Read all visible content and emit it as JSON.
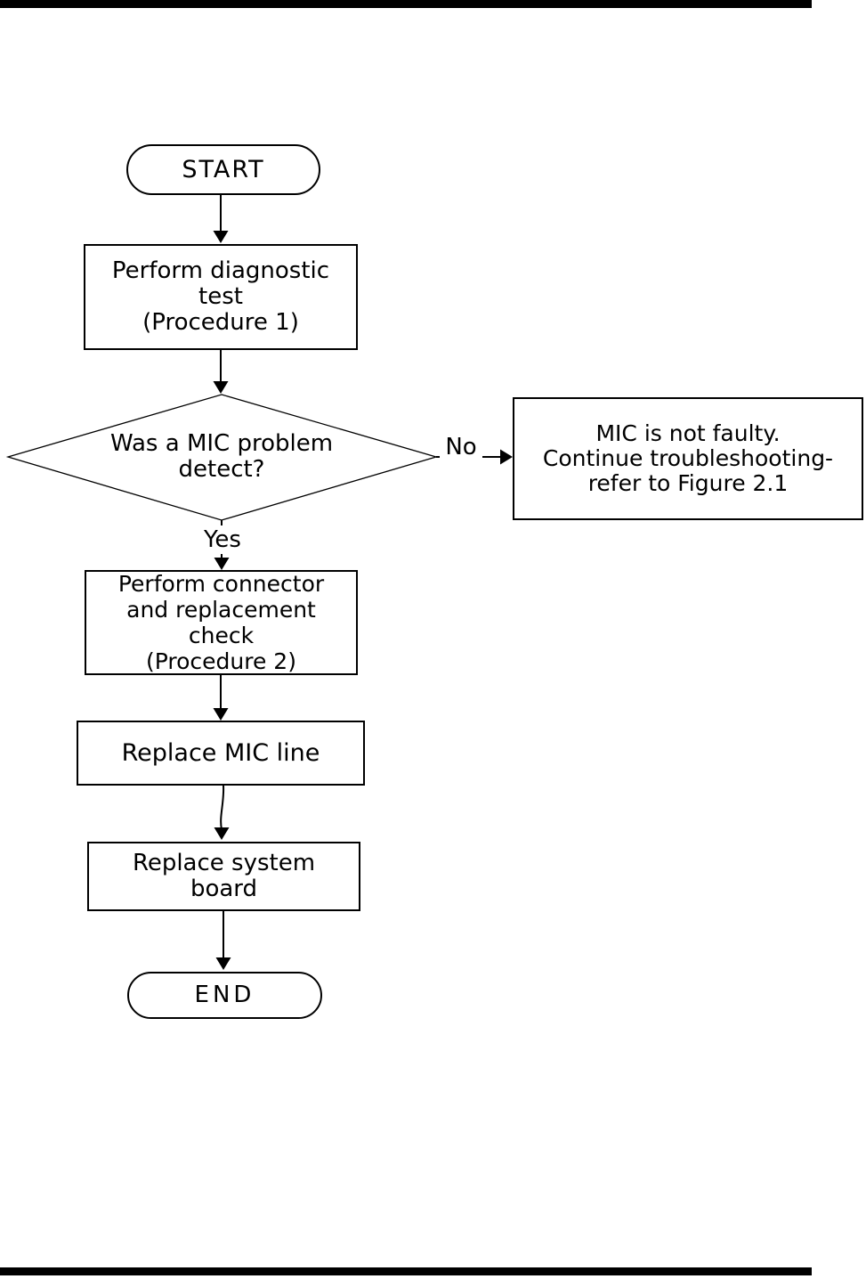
{
  "page": {
    "colors": {
      "line": "#000000",
      "background": "#ffffff",
      "bar": "#000000"
    }
  },
  "flowchart": {
    "nodes": {
      "start": "START",
      "diagnostic_test": "Perform diagnostic\ntest\n(Procedure 1)",
      "mic_problem_decision": "Was a MIC problem\ndetect?",
      "mic_not_faulty": "MIC is not faulty.\nContinue troubleshooting-\nrefer to Figure 2.1",
      "connector_check": "Perform connector\nand replacement\ncheck\n(Procedure 2)",
      "replace_mic_line": "Replace MIC line",
      "replace_system_board": "Replace system\nboard",
      "end": "END"
    },
    "edge_labels": {
      "yes": "Yes",
      "no": "No"
    }
  }
}
